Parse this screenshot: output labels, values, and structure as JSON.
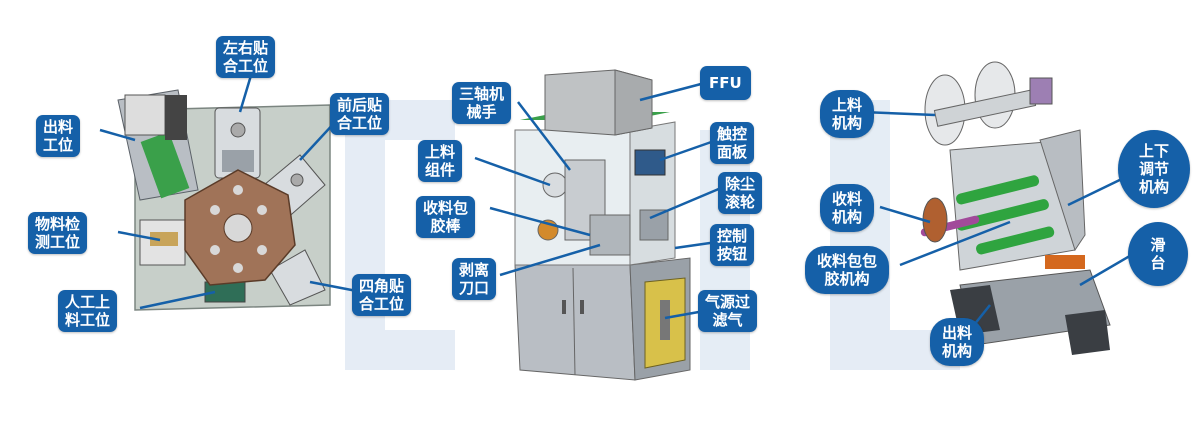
{
  "colors": {
    "label_bg": "#1560a8",
    "label_text": "#ffffff",
    "leader_line": "#1560a8",
    "watermark": "#dfe8f3"
  },
  "panel1": {
    "labels": {
      "left_right_paste": [
        "左右贴",
        "合工位"
      ],
      "front_back_paste": [
        "前后贴",
        "合工位"
      ],
      "outfeed": [
        "出料",
        "工位"
      ],
      "inspection": [
        "物料检",
        "测工位"
      ],
      "manual_load": [
        "人工上",
        "料工位"
      ],
      "corner_paste": [
        "四角贴",
        "合工位"
      ]
    }
  },
  "panel2": {
    "labels": {
      "ffu": [
        "FFU"
      ],
      "three_axis": [
        "三轴机",
        "械手"
      ],
      "touch_panel": [
        "触控",
        "面板"
      ],
      "feed_assembly": [
        "上料",
        "组件"
      ],
      "dust_roller": [
        "除尘",
        "滚轮"
      ],
      "wrap_rod": [
        "收料包",
        "胶棒"
      ],
      "control_button": [
        "控制",
        "按钮"
      ],
      "peel_knife": [
        "剥离",
        "刀口"
      ],
      "air_filter": [
        "气源过",
        "滤气"
      ]
    }
  },
  "panel3": {
    "labels": {
      "feed_mechanism": [
        "上料",
        "机构"
      ],
      "lift_adjust": [
        "上下",
        "调节",
        "机构"
      ],
      "receive_mechanism": [
        "收料",
        "机构"
      ],
      "slide": [
        "滑",
        "台"
      ],
      "wrap_mechanism": [
        "收料包包",
        "胶机构"
      ],
      "outfeed_mechanism": [
        "出料",
        "机构"
      ]
    }
  }
}
